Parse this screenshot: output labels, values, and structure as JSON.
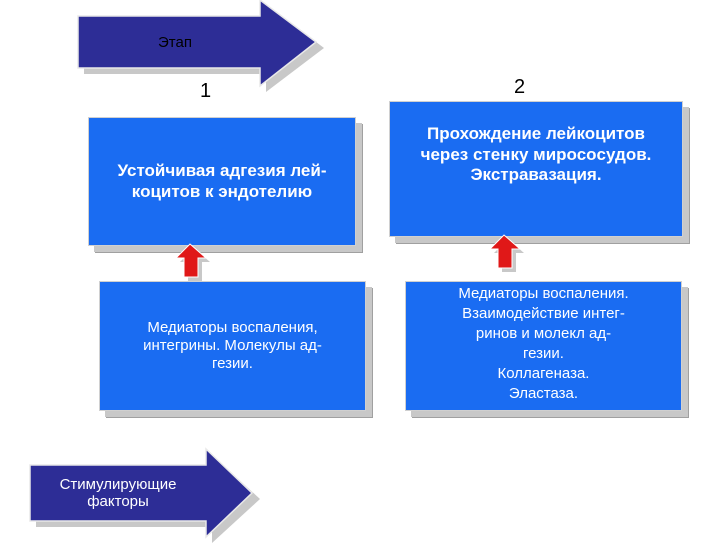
{
  "stage_arrow": {
    "label": "Этап"
  },
  "steps": [
    {
      "number": "1"
    },
    {
      "number": "2"
    }
  ],
  "top_boxes": [
    {
      "text": "Устойчивая  адгезия лей-\nкоцитов к эндотелию"
    },
    {
      "text": "Прохождение лейкоцитов\nчерез стенку миросоcудов.\nЭкстравазация."
    }
  ],
  "bottom_boxes": [
    {
      "text": "Медиаторы воспаления,\nинтегрины. Молекулы ад-\nгезии."
    },
    {
      "text": "Медиаторы воспаления.\nВзаимодействие интег-\nринов и молекл ад-\nгезии.\nКоллагеназа.\nЭластаза."
    }
  ],
  "factors_arrow": {
    "label": "Стимулирующие\nфакторы"
  },
  "colors": {
    "box_fill": "#1a6cf2",
    "arrow_fill": "#2d2d96",
    "up_arrow_fill": "#e01818"
  }
}
